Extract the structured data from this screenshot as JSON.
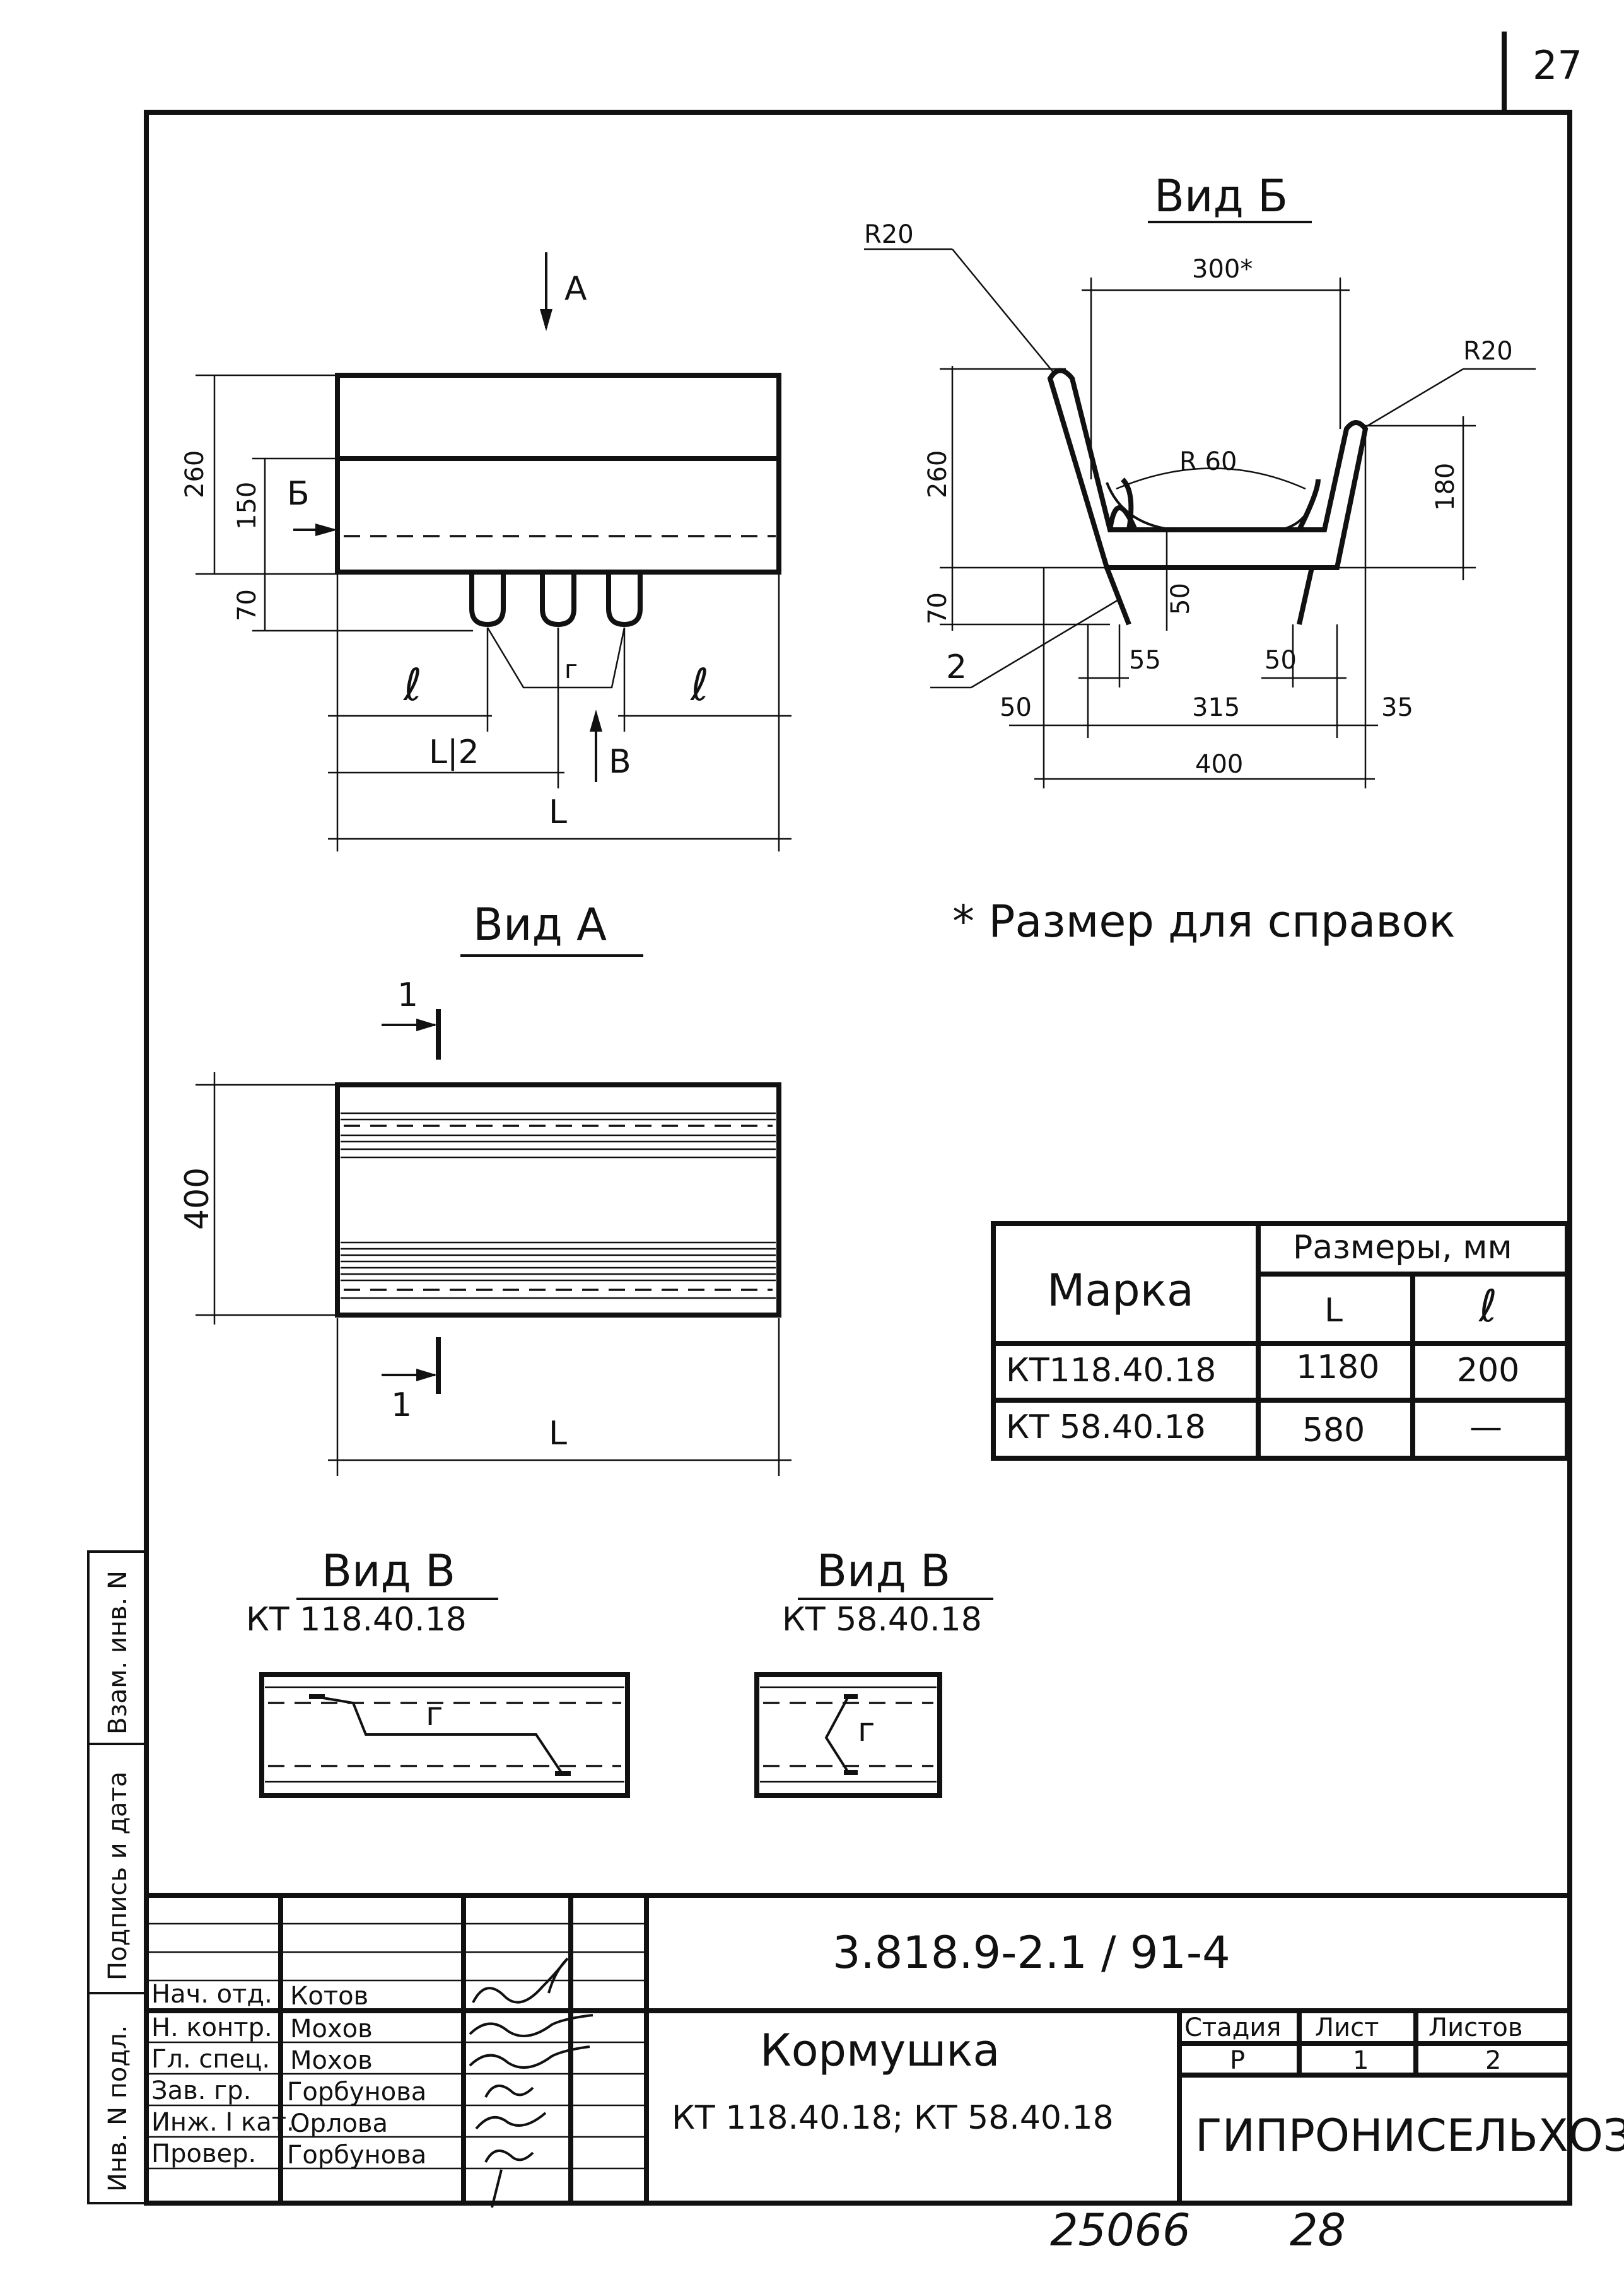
{
  "page_number": "27",
  "views": {
    "side": {
      "arrow_a": "А",
      "arrow_b": "Б",
      "arrow_v": "В",
      "dim_260": "260",
      "dim_150": "150",
      "dim_70": "70",
      "dim_l_left": "ℓ",
      "dim_l_right": "ℓ",
      "dim_g": "г",
      "dim_L_half": "L|2",
      "dim_L": "L"
    },
    "vid_b": {
      "title": "Вид Б",
      "r20_left": "R20",
      "r20_right": "R20",
      "r60": "R 60",
      "dim_300": "300*",
      "dim_260": "260",
      "dim_180": "180",
      "dim_70": "70",
      "dim_50_mid": "50",
      "dim_55": "55",
      "dim_50_right": "50",
      "dim_50_left": "50",
      "dim_315": "315",
      "dim_35": "35",
      "dim_400": "400",
      "callout": "2"
    },
    "vid_a": {
      "title": "Вид А",
      "section_top": "1",
      "section_bottom": "1",
      "dim_400": "400",
      "dim_L": "L"
    },
    "vid_v1": {
      "title": "Вид В",
      "subtitle": "КТ 118.40.18",
      "dim_g": "г"
    },
    "vid_v2": {
      "title": "Вид В",
      "subtitle": "КТ 58.40.18",
      "dim_g": "г"
    }
  },
  "note": "* Размер для справок",
  "table": {
    "col_mark": "Марка",
    "col_sizes": "Размеры, мм",
    "sub_L": "L",
    "sub_l": "ℓ",
    "rows": [
      {
        "mark": "КТ118.40.18",
        "L": "1180",
        "l": "200"
      },
      {
        "mark": "КТ 58.40.18",
        "L": "580",
        "l": "—"
      }
    ]
  },
  "side_stamp": {
    "vzam": "Взам. инв. N",
    "podpis": "Подпись и дата",
    "inv": "Инв. N подл."
  },
  "title_block": {
    "doc_code": "3.818.9-2.1 / 91-4",
    "title": "Кормушка",
    "subtitle": "КТ 118.40.18; КТ 58.40.18",
    "stage_label": "Стадия",
    "sheet_label": "Лист",
    "sheets_label": "Листов",
    "stage": "Р",
    "sheet": "1",
    "sheets": "2",
    "org": "ГИПРОНИСЕЛЬХОЗ",
    "staff": [
      {
        "role": "Нач. отд.",
        "name": "Котов"
      },
      {
        "role": "Н. контр.",
        "name": "Мохов"
      },
      {
        "role": "Гл. спец.",
        "name": "Мохов"
      },
      {
        "role": "Зав. гр.",
        "name": "Горбунова"
      },
      {
        "role": "Инж. I кат.",
        "name": "Орлова"
      },
      {
        "role": "Провер.",
        "name": "Горбунова"
      }
    ]
  },
  "footer": {
    "number": "25066",
    "page": "28"
  }
}
